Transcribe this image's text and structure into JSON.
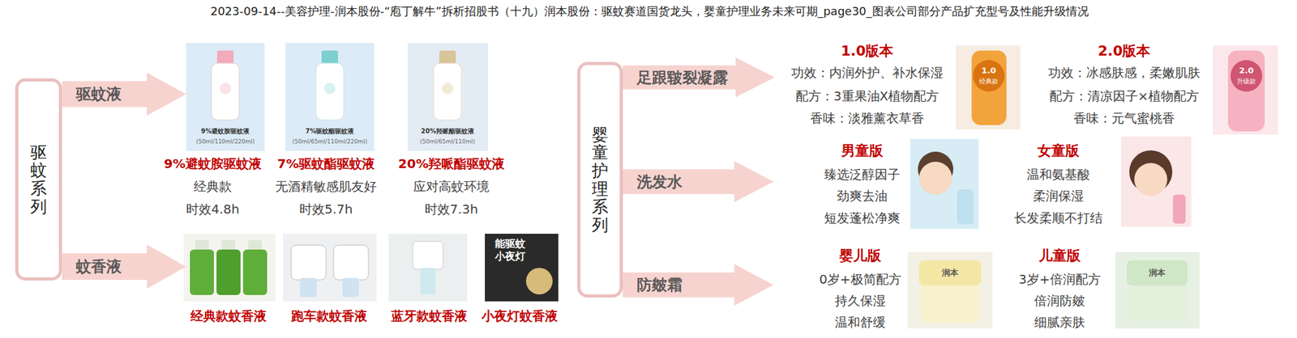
{
  "diagram": {
    "title": "2023-09-14--美容护理-润本股份-“庖丁解牛”拆析招股书（十九）润本股份：驱蚊赛道国货龙头，婴童护理业务未来可期_page30_图表公司部分产品扩充型号及性能升级情况",
    "nodes": [
      {
        "text": [
          "驱蚊系列"
        ]
      },
      {
        "text": [
          "驱蚊液"
        ]
      },
      {
        "text": [
          "9%避蚊胺驱蚊液",
          "经典款",
          "时效4.8h"
        ]
      },
      {
        "text": [
          "7%驱蚊酯驱蚊液",
          "无酒精敏感肌友好",
          "时效5.7h"
        ]
      },
      {
        "text": [
          "20%羟哌酯驱蚊液",
          "应对高蚊环境",
          "时效7.3h"
        ]
      },
      {
        "text": [
          "蚊香液"
        ]
      },
      {
        "text": [
          "经典款蚊香液"
        ]
      },
      {
        "text": [
          "跑车款蚊香液"
        ]
      },
      {
        "text": [
          "蓝牙款蚊香液"
        ]
      },
      {
        "text": [
          "小夜灯蚊香液"
        ]
      },
      {
        "text": [
          "婴童护理系列"
        ]
      },
      {
        "text": [
          "足跟皲裂凝露"
        ]
      },
      {
        "text": [
          "1.0版本",
          "功效：内润外护、补水保湿",
          "配方：3重果油X植物配方",
          "香味：淡雅薰衣草香"
        ]
      },
      {
        "text": [
          "2.0版本",
          "功效：冰感肤感，柔嫩肌肤",
          "配方：清凉因子×植物配方",
          "香味：元气蜜桃香"
        ]
      },
      {
        "text": [
          "洗发水"
        ]
      },
      {
        "text": [
          "男童版",
          "臻选泛醇因子",
          "劲爽去油",
          "短发蓬松净爽"
        ]
      },
      {
        "text": [
          "女童版",
          "温和氨基酸",
          "柔润保湿",
          "长发柔顺不打结"
        ]
      },
      {
        "text": [
          "防皴霜"
        ]
      },
      {
        "text": [
          "婴儿版",
          "0岁+极简配方",
          "持久保湿",
          "温和舒缓"
        ]
      },
      {
        "text": [
          "儿童版",
          "3岁+倍润配方",
          "倍润防皴",
          "细腻亲肤"
        ]
      }
    ],
    "labels": [
      "9%避蚊胺驱蚊液",
      "(50ml/110ml/220ml)",
      "7%驱蚊酯驱蚊液",
      "(50ml/65ml/110ml/220ml)",
      "20%羟哌酯驱蚊液",
      "(50ml/65ml/110ml)",
      "能驱蚊",
      "小夜灯",
      "1.0",
      "经典款",
      "2.0",
      "升级款",
      "润本",
      "润本"
    ]
  }
}
